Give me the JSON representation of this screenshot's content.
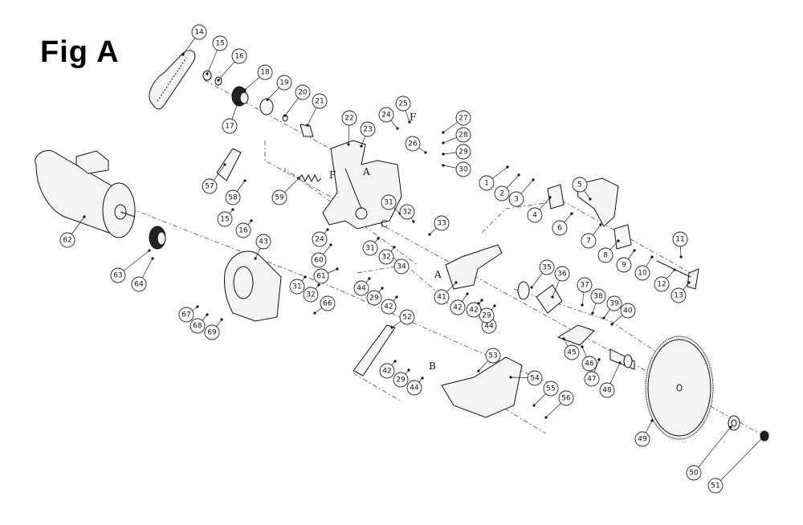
{
  "figure": {
    "title": "Fig A"
  },
  "reference_letters": [
    "A",
    "B",
    "C",
    "F"
  ],
  "callouts": [
    "1",
    "2",
    "3",
    "4",
    "5",
    "6",
    "7",
    "8",
    "9",
    "10",
    "11",
    "12",
    "13",
    "14",
    "15",
    "16",
    "17",
    "18",
    "19",
    "20",
    "21",
    "22",
    "23",
    "24",
    "25",
    "26",
    "27",
    "28",
    "29",
    "30",
    "31",
    "32",
    "33",
    "34",
    "35",
    "36",
    "37",
    "38",
    "39",
    "40",
    "41",
    "42",
    "43",
    "44",
    "45",
    "46",
    "47",
    "48",
    "49",
    "50",
    "51",
    "52",
    "53",
    "54",
    "55",
    "56",
    "57",
    "58",
    "59",
    "60",
    "61",
    "62",
    "63",
    "64",
    "66",
    "67",
    "68",
    "69"
  ]
}
